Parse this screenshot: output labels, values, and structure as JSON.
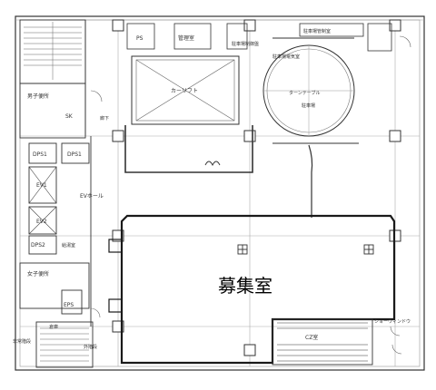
{
  "plan": {
    "highlight_room_label": "募集室",
    "room_labels": {
      "ps": "PS",
      "management_room": "管理室",
      "car_lift": "カーリフト",
      "turntable": "ターンテーブル",
      "parking_entrance": "駐車場",
      "car_control_room": "駐車場管制室",
      "parking_control_board": "駐車場制御盤",
      "parking_elec_room": "駐車場電気室",
      "male_toilet": "男子便所",
      "female_toilet": "女子便所",
      "sk": "SK",
      "dps1_left": "DPS1",
      "dps1_right": "DPS1",
      "dps2": "DPS2",
      "ev1": "EV1",
      "ev2": "EV2",
      "ev_hall": "EVホール",
      "eps": "EPS",
      "stair_west": "非常階段",
      "stair_east": "外階段",
      "show_window": "ショーウィンドウ",
      "cz_room": "CZ室",
      "storage": "倉庫",
      "water_room": "給湯室",
      "corridor": "廊下"
    },
    "colors": {
      "line": "#333333",
      "thin": "#888888",
      "highlight": "#1a1a1a",
      "background": "#ffffff"
    }
  }
}
